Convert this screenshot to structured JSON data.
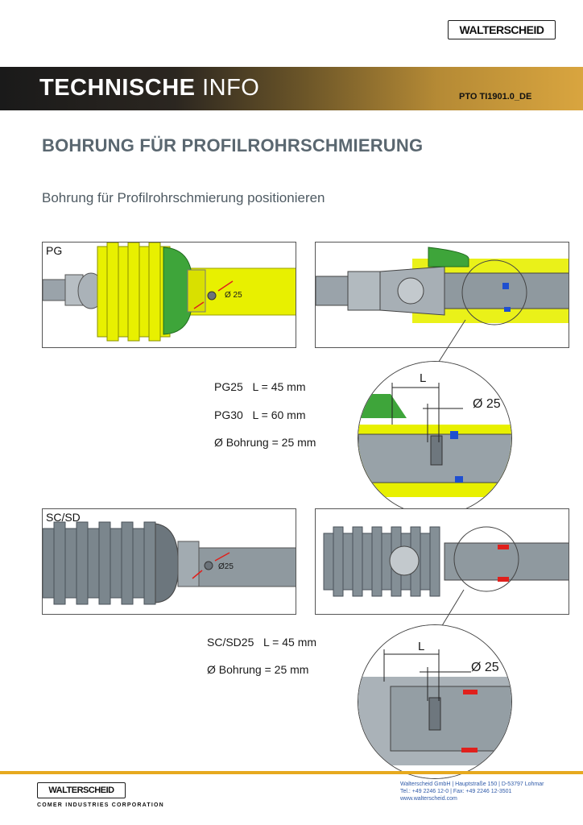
{
  "brand": {
    "logo_text": "WALTERSCHEID",
    "corporation": "COMER INDUSTRIES CORPORATION"
  },
  "header": {
    "title_bold": "TECHNISCHE",
    "title_light": "INFO",
    "doc_code": "PTO TI1901.0_DE"
  },
  "title": "BOHRUNG FÜR PROFILROHRSCHMIERUNG",
  "subtitle": "Bohrung für Profilrohrschmierung positionieren",
  "section_pg": {
    "label": "PG",
    "diameter_callout": "Ø 25",
    "specs": [
      "PG25   L = 45 mm",
      "PG30   L = 60 mm",
      "Ø Bohrung = 25 mm"
    ],
    "detail": {
      "dim_label": "L",
      "diameter": "Ø 25"
    }
  },
  "section_sc": {
    "label": "SC/SD",
    "diameter_callout": "Ø25",
    "specs": [
      "SC/SD25   L = 45 mm",
      "Ø Bohrung = 25 mm"
    ],
    "detail": {
      "dim_label": "L",
      "diameter": "Ø 25"
    }
  },
  "footer": {
    "address_line1": "Walterscheid GmbH | Hauptstraße 150 | D-53797 Lohmar",
    "address_line2": "Tel.: +49 2246 12-0 | Fax: +49 2246 12-3501",
    "address_line3": "www.walterscheid.com"
  },
  "colors": {
    "yellow": "#e8f000",
    "green": "#3ea53a",
    "steel": "#8a949b",
    "arrow_red": "#e0201c",
    "accent_gold": "#e6a91f",
    "blue_seal": "#1f4fd0"
  }
}
